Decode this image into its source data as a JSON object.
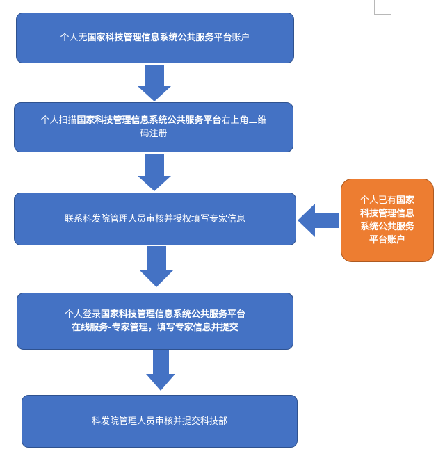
{
  "colors": {
    "box_fill": "#4472c4",
    "box_border": "#2f528f",
    "arrow_fill": "#4472c4",
    "side_box_fill": "#ed7d31",
    "text": "#ffffff"
  },
  "steps": [
    {
      "lines": [
        [
          {
            "text": "个人无",
            "bold": false
          },
          {
            "text": "国家科技管理信息系统公共服务平台",
            "bold": true
          },
          {
            "text": "账户",
            "bold": false
          }
        ]
      ]
    },
    {
      "lines": [
        [
          {
            "text": "个人扫描",
            "bold": false
          },
          {
            "text": "国家科技管理信息系统公共服务平台",
            "bold": true
          },
          {
            "text": "右上角二维",
            "bold": false
          }
        ],
        [
          {
            "text": "码注册",
            "bold": false
          }
        ]
      ]
    },
    {
      "lines": [
        [
          {
            "text": "联系科发院管理人员审核并授权填写专家信息",
            "bold": false
          }
        ]
      ]
    },
    {
      "lines": [
        [
          {
            "text": "个人登录",
            "bold": false
          },
          {
            "text": "国家科技管理信息系统公共服务平台",
            "bold": true
          }
        ],
        [
          {
            "text": "在线服务-专家管理，填写专家信息并提交",
            "bold": true
          }
        ]
      ]
    },
    {
      "lines": [
        [
          {
            "text": "科发院管理人员审核并提交科技部",
            "bold": false
          }
        ]
      ]
    }
  ],
  "side_box": {
    "lines": [
      [
        {
          "text": "个人已有",
          "bold": false
        },
        {
          "text": "国家",
          "bold": true
        }
      ],
      [
        {
          "text": "科技管理信息",
          "bold": true
        }
      ],
      [
        {
          "text": "系统公共服务",
          "bold": true
        }
      ],
      [
        {
          "text": "平台账户",
          "bold": true
        }
      ]
    ]
  }
}
